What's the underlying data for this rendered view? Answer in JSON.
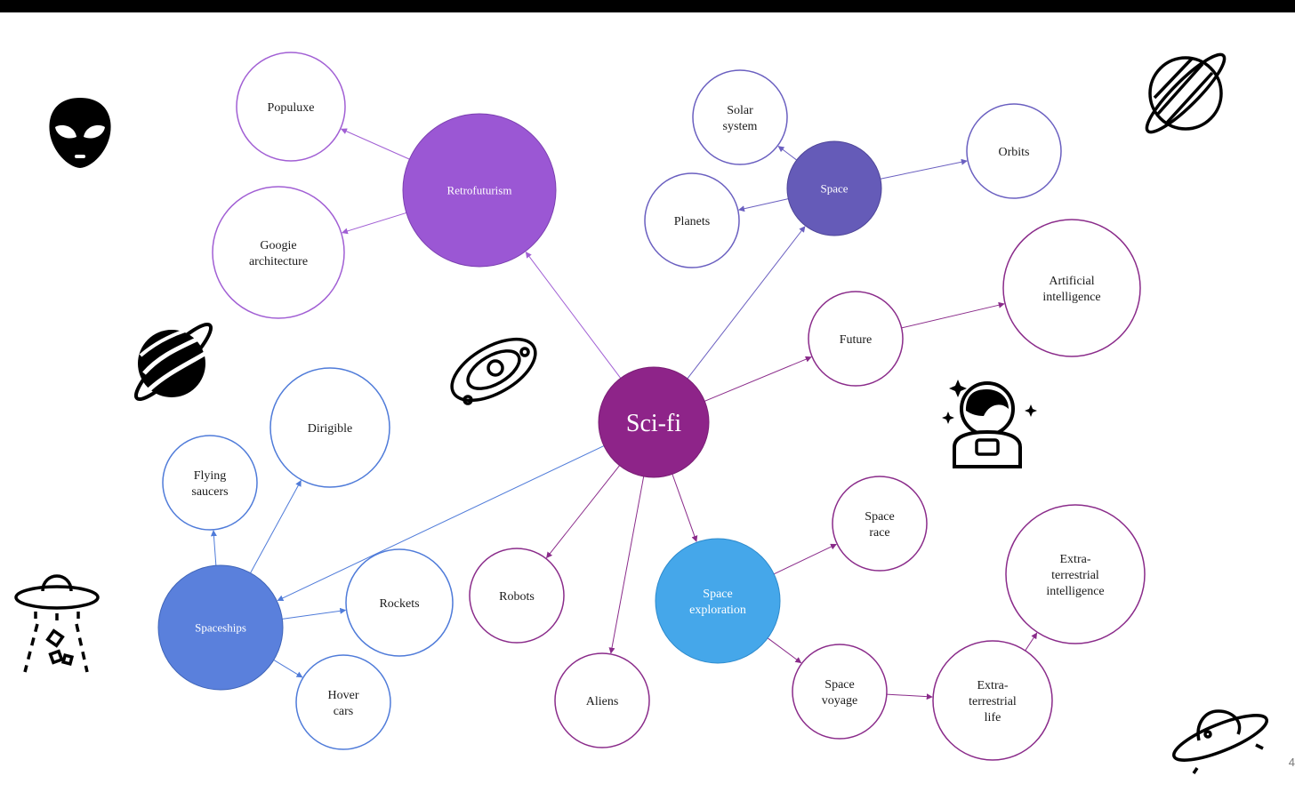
{
  "page_number": "4",
  "colors": {
    "center": "#8e2489",
    "purple_hub": "#9b57d4",
    "purple_edge": "#a15fd4",
    "space_hub": "#655bb8",
    "space_edge": "#6a5fc0",
    "blue_hub": "#5a80dc",
    "blue_edge": "#4f7bd9",
    "sky_hub": "#45a7ea",
    "magenta_edge": "#8a2b8a"
  },
  "nodes": [
    {
      "id": "scifi",
      "label": "Sci-fi",
      "style": "center"
    },
    {
      "id": "retro",
      "label": "Retrofuturism",
      "style": "purple_hub"
    },
    {
      "id": "populuxe",
      "label": "Populuxe",
      "style": "purple_edge"
    },
    {
      "id": "googie",
      "label": "Googie\narchitecture",
      "style": "purple_edge"
    },
    {
      "id": "space",
      "label": "Space",
      "style": "space_hub"
    },
    {
      "id": "solar",
      "label": "Solar\nsystem",
      "style": "space_edge"
    },
    {
      "id": "planets",
      "label": "Planets",
      "style": "space_edge"
    },
    {
      "id": "orbits",
      "label": "Orbits",
      "style": "space_edge"
    },
    {
      "id": "future",
      "label": "Future",
      "style": "magenta_edge"
    },
    {
      "id": "ai",
      "label": "Artificial\nintelligence",
      "style": "magenta_edge"
    },
    {
      "id": "spaceships",
      "label": "Spaceships",
      "style": "blue_hub"
    },
    {
      "id": "flying",
      "label": "Flying\nsaucers",
      "style": "blue_edge"
    },
    {
      "id": "dirigible",
      "label": "Dirigible",
      "style": "blue_edge"
    },
    {
      "id": "rockets",
      "label": "Rockets",
      "style": "blue_edge"
    },
    {
      "id": "hover",
      "label": "Hover\ncars",
      "style": "blue_edge"
    },
    {
      "id": "robots",
      "label": "Robots",
      "style": "magenta_edge"
    },
    {
      "id": "aliens",
      "label": "Aliens",
      "style": "magenta_edge"
    },
    {
      "id": "exploration",
      "label": "Space\nexploration",
      "style": "sky_hub"
    },
    {
      "id": "race",
      "label": "Space\nrace",
      "style": "magenta_edge"
    },
    {
      "id": "voyage",
      "label": "Space\nvoyage",
      "style": "magenta_edge"
    },
    {
      "id": "etlife",
      "label": "Extra-\nterrestrial\nlife",
      "style": "magenta_edge"
    },
    {
      "id": "eti",
      "label": "Extra-\nterrestrial\nintelligence",
      "style": "magenta_edge"
    }
  ],
  "edges": [
    {
      "from": "scifi",
      "to": "retro",
      "style": "purple_edge"
    },
    {
      "from": "retro",
      "to": "populuxe",
      "style": "purple_edge"
    },
    {
      "from": "retro",
      "to": "googie",
      "style": "purple_edge"
    },
    {
      "from": "scifi",
      "to": "space",
      "style": "space_edge"
    },
    {
      "from": "space",
      "to": "solar",
      "style": "space_edge"
    },
    {
      "from": "space",
      "to": "planets",
      "style": "space_edge"
    },
    {
      "from": "space",
      "to": "orbits",
      "style": "space_edge"
    },
    {
      "from": "scifi",
      "to": "future",
      "style": "magenta_edge"
    },
    {
      "from": "future",
      "to": "ai",
      "style": "magenta_edge"
    },
    {
      "from": "scifi",
      "to": "spaceships",
      "style": "blue_edge"
    },
    {
      "from": "spaceships",
      "to": "flying",
      "style": "blue_edge"
    },
    {
      "from": "spaceships",
      "to": "dirigible",
      "style": "blue_edge"
    },
    {
      "from": "spaceships",
      "to": "rockets",
      "style": "blue_edge"
    },
    {
      "from": "spaceships",
      "to": "hover",
      "style": "blue_edge"
    },
    {
      "from": "scifi",
      "to": "robots",
      "style": "magenta_edge"
    },
    {
      "from": "scifi",
      "to": "aliens",
      "style": "magenta_edge"
    },
    {
      "from": "scifi",
      "to": "exploration",
      "style": "magenta_edge"
    },
    {
      "from": "exploration",
      "to": "race",
      "style": "magenta_edge"
    },
    {
      "from": "exploration",
      "to": "voyage",
      "style": "magenta_edge"
    },
    {
      "from": "voyage",
      "to": "etlife",
      "style": "magenta_edge"
    },
    {
      "from": "etlife",
      "to": "eti",
      "style": "magenta_edge"
    }
  ],
  "decorations": [
    "alien-head-icon",
    "ringed-planet-icon",
    "striped-planet-icon",
    "galaxy-orbit-icon",
    "astronaut-icon",
    "ufo-abduction-icon",
    "flying-saucer-icon"
  ]
}
